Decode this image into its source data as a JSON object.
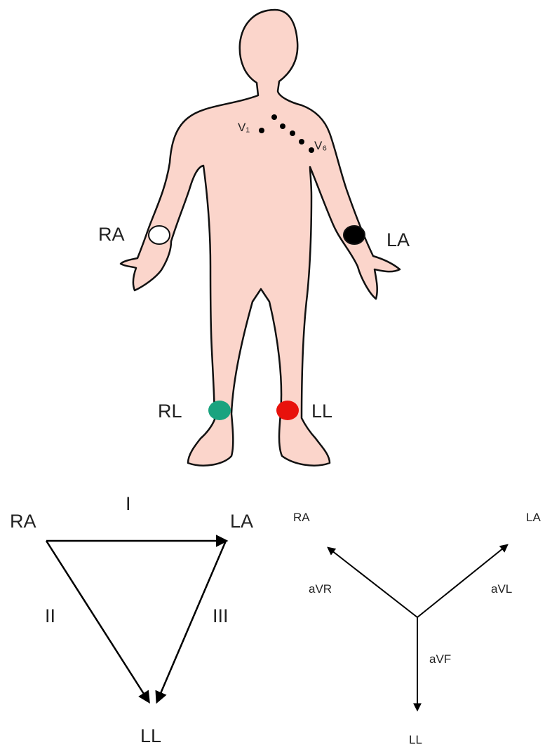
{
  "body_figure": {
    "electrodes": {
      "ra": {
        "label": "RA",
        "color": "#ffffff"
      },
      "la": {
        "label": "LA",
        "color": "#000000"
      },
      "rl": {
        "label": "RL",
        "color": "#1aa37f"
      },
      "ll": {
        "label": "LL",
        "color": "#e8120c"
      }
    },
    "chest_leads": {
      "first_label": "V₁",
      "last_label": "V₆",
      "count": 6
    },
    "skin_color": "#fbd5cb"
  },
  "einthoven_triangle": {
    "corner_ra": "RA",
    "corner_la": "LA",
    "corner_ll": "LL",
    "lead_i": "I",
    "lead_ii": "II",
    "lead_iii": "III"
  },
  "augmented_leads": {
    "ra": "RA",
    "la": "LA",
    "ll": "LL",
    "avr": "aVR",
    "avl": "aVL",
    "avf": "aVF"
  }
}
